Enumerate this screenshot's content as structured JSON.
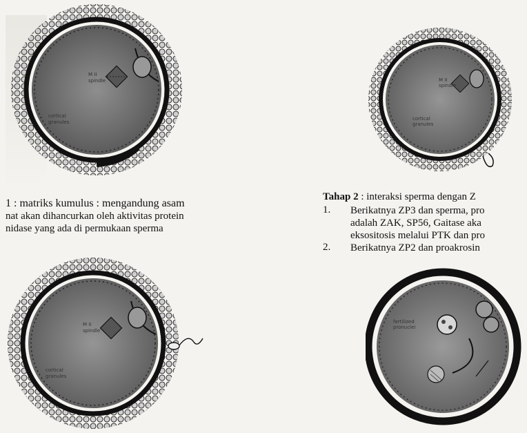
{
  "figures": {
    "fig1": {
      "labels": [
        "M II",
        "spindle",
        "cortical",
        "granules"
      ]
    },
    "fig2": {
      "labels": [
        "M II",
        "spindle",
        "cortical",
        "granules"
      ]
    },
    "fig3": {
      "labels": [
        "M II",
        "spindle",
        "cortical",
        "granules"
      ]
    },
    "fig4": {
      "labels": [
        "fertilized",
        "pronuclei"
      ]
    }
  },
  "stage1": {
    "lines": [
      "1 : matriks kumulus : mengandung asam",
      "nat akan dihancurkan oleh aktivitas protein",
      "nidase yang ada di permukaan sperma"
    ]
  },
  "stage2": {
    "title_bold": "Tahap 2",
    "title_rest": " : interaksi sperma dengan Z",
    "items": [
      {
        "num": "1.",
        "lines": [
          "Berikatnya ZP3 dan sperma, pro",
          "adalah ZAK, SP56, Gaitase aka",
          "eksositosis melalui PTK dan pro"
        ]
      },
      {
        "num": "2.",
        "lines": [
          "Berikatnya ZP2 dan proakrosin"
        ]
      }
    ]
  }
}
